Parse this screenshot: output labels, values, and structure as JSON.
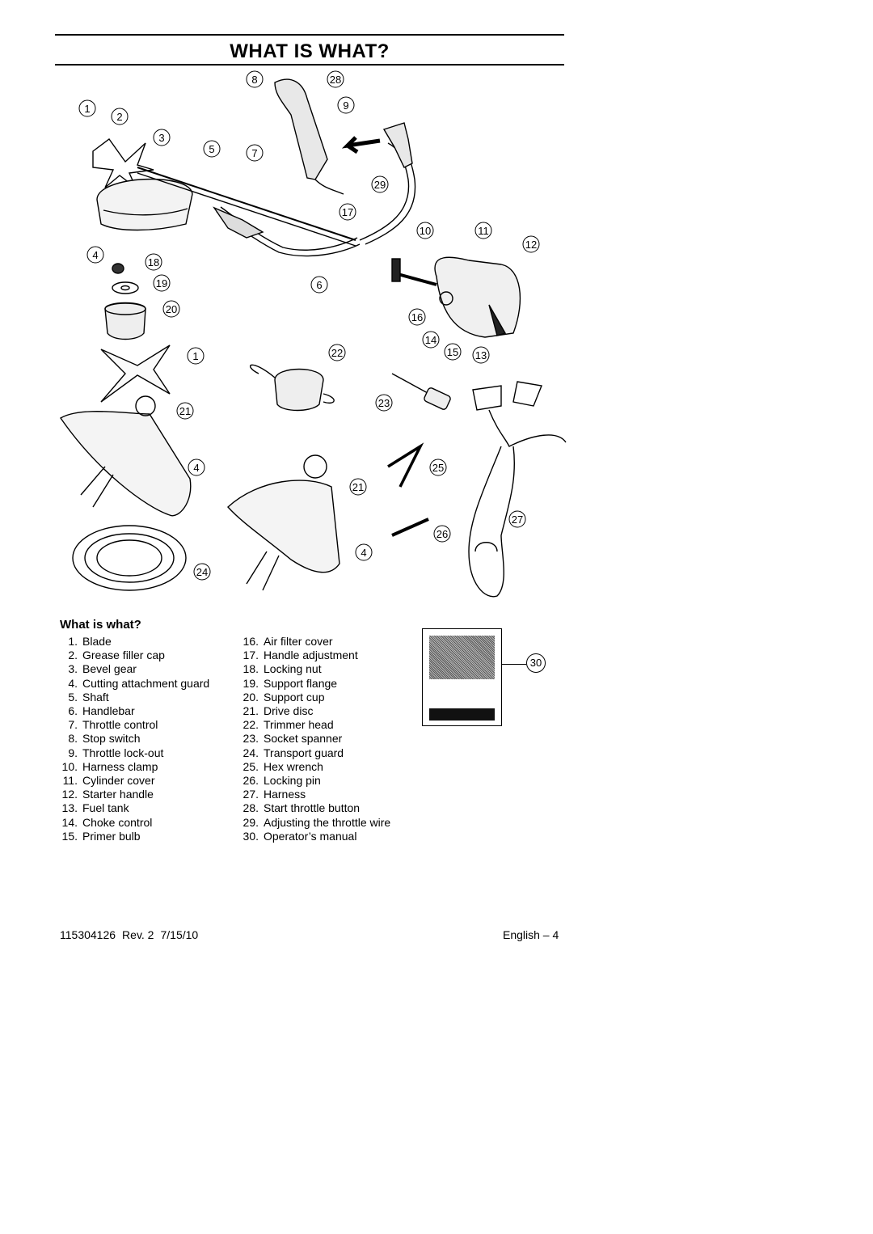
{
  "header": {
    "title": "WHAT IS WHAT?"
  },
  "diagram": {
    "callouts": [
      "1",
      "2",
      "3",
      "4",
      "5",
      "6",
      "7",
      "8",
      "9",
      "10",
      "11",
      "12",
      "13",
      "14",
      "15",
      "16",
      "17",
      "18",
      "19",
      "20",
      "21",
      "22",
      "23",
      "24",
      "25",
      "26",
      "27",
      "28",
      "29",
      "30"
    ],
    "icons": [
      "trimmer-assembly",
      "blade",
      "cutting-guard",
      "trimmer-head",
      "socket-spanner",
      "hex-wrench",
      "locking-pin",
      "harness",
      "transport-guard",
      "throttle-handle",
      "arrow-icon"
    ]
  },
  "section": {
    "title": "What is what?"
  },
  "parts": [
    {
      "num": "1.",
      "name": "Blade"
    },
    {
      "num": "2.",
      "name": "Grease filler cap"
    },
    {
      "num": "3.",
      "name": "Bevel gear"
    },
    {
      "num": "4.",
      "name": "Cutting attachment guard"
    },
    {
      "num": "5.",
      "name": "Shaft"
    },
    {
      "num": "6.",
      "name": "Handlebar"
    },
    {
      "num": "7.",
      "name": "Throttle control"
    },
    {
      "num": "8.",
      "name": "Stop switch"
    },
    {
      "num": "9.",
      "name": "Throttle lock-out"
    },
    {
      "num": "10.",
      "name": "Harness clamp"
    },
    {
      "num": "11.",
      "name": "Cylinder cover"
    },
    {
      "num": "12.",
      "name": "Starter handle"
    },
    {
      "num": "13.",
      "name": "Fuel tank"
    },
    {
      "num": "14.",
      "name": "Choke control"
    },
    {
      "num": "15.",
      "name": "Primer bulb"
    },
    {
      "num": "16.",
      "name": "Air filter cover"
    },
    {
      "num": "17.",
      "name": "Handle adjustment"
    },
    {
      "num": "18.",
      "name": "Locking nut"
    },
    {
      "num": "19.",
      "name": "Support flange"
    },
    {
      "num": "20.",
      "name": "Support cup"
    },
    {
      "num": "21.",
      "name": "Drive disc"
    },
    {
      "num": "22.",
      "name": "Trimmer head"
    },
    {
      "num": "23.",
      "name": "Socket spanner"
    },
    {
      "num": "24.",
      "name": "Transport guard"
    },
    {
      "num": "25.",
      "name": "Hex wrench"
    },
    {
      "num": "26.",
      "name": "Locking pin"
    },
    {
      "num": "27.",
      "name": "Harness"
    },
    {
      "num": "28.",
      "name": "Start throttle button"
    },
    {
      "num": "29.",
      "name": "Adjusting the throttle wire"
    },
    {
      "num": "30.",
      "name": "Operator’s manual"
    }
  ],
  "manual_callout": "30",
  "footer": {
    "part_number": "115304126",
    "revision": "Rev. 2",
    "date": "7/15/10",
    "page": "English – 4"
  }
}
